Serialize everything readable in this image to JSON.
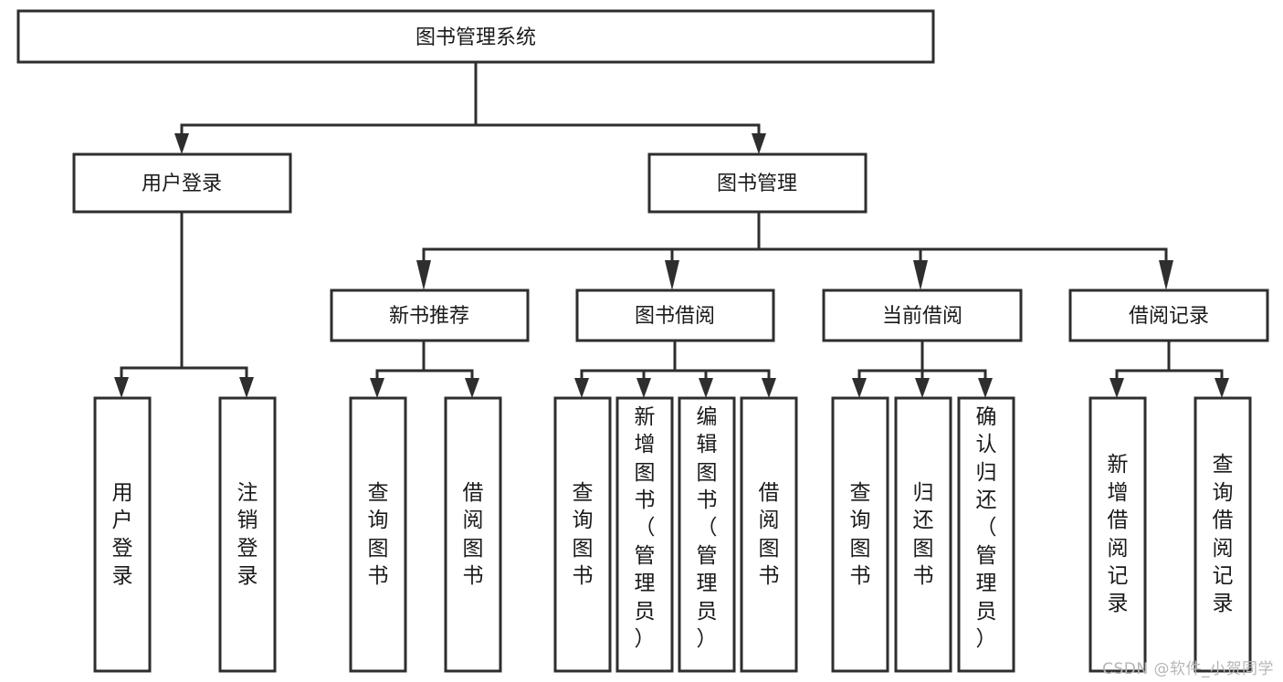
{
  "diagram": {
    "title": "图书管理系统",
    "type": "tree",
    "watermark": "CSDN @软件_小贺同学",
    "colors": {
      "stroke": "#2e2e2e",
      "fill": "#ffffff",
      "text": "#1a1a1a",
      "watermark": "#b6b6b6",
      "background": "#ffffff"
    },
    "levels": {
      "root": "图书管理系统",
      "level2": [
        "用户登录",
        "图书管理"
      ],
      "level3": [
        "新书推荐",
        "图书借阅",
        "当前借阅",
        "借阅记录"
      ]
    },
    "nodes": {
      "root": {
        "label": "图书管理系统"
      },
      "user_login": {
        "label": "用户登录"
      },
      "book_manage": {
        "label": "图书管理"
      },
      "new_book_rec": {
        "label": "新书推荐"
      },
      "book_borrow": {
        "label": "图书借阅"
      },
      "current_borrow": {
        "label": "当前借阅"
      },
      "borrow_record": {
        "label": "借阅记录"
      },
      "leaf_user_login": {
        "label": "用户登录"
      },
      "leaf_logout": {
        "label": "注销登录"
      },
      "leaf_query_book_1": {
        "label": "查询图书"
      },
      "leaf_borrow_book_1": {
        "label": "借阅图书"
      },
      "leaf_query_book_2": {
        "label": "查询图书"
      },
      "leaf_add_book": {
        "label": "新增图书（管理员）"
      },
      "leaf_edit_book": {
        "label": "编辑图书（管理员）"
      },
      "leaf_borrow_book_2": {
        "label": "借阅图书"
      },
      "leaf_query_book_3": {
        "label": "查询图书"
      },
      "leaf_return_book": {
        "label": "归还图书"
      },
      "leaf_confirm_return": {
        "label": "确认归还（管理员）"
      },
      "leaf_add_record": {
        "label": "新增借阅记录"
      },
      "leaf_query_record": {
        "label": "查询借阅记录"
      }
    },
    "edges": [
      {
        "from": "root",
        "to": "user_login"
      },
      {
        "from": "root",
        "to": "book_manage"
      },
      {
        "from": "user_login",
        "to": "leaf_user_login"
      },
      {
        "from": "user_login",
        "to": "leaf_logout"
      },
      {
        "from": "book_manage",
        "to": "new_book_rec"
      },
      {
        "from": "book_manage",
        "to": "book_borrow"
      },
      {
        "from": "book_manage",
        "to": "current_borrow"
      },
      {
        "from": "book_manage",
        "to": "borrow_record"
      },
      {
        "from": "new_book_rec",
        "to": "leaf_query_book_1"
      },
      {
        "from": "new_book_rec",
        "to": "leaf_borrow_book_1"
      },
      {
        "from": "book_borrow",
        "to": "leaf_query_book_2"
      },
      {
        "from": "book_borrow",
        "to": "leaf_add_book"
      },
      {
        "from": "book_borrow",
        "to": "leaf_edit_book"
      },
      {
        "from": "book_borrow",
        "to": "leaf_borrow_book_2"
      },
      {
        "from": "current_borrow",
        "to": "leaf_query_book_3"
      },
      {
        "from": "current_borrow",
        "to": "leaf_return_book"
      },
      {
        "from": "current_borrow",
        "to": "leaf_confirm_return"
      },
      {
        "from": "borrow_record",
        "to": "leaf_add_record"
      },
      {
        "from": "borrow_record",
        "to": "leaf_query_record"
      }
    ]
  }
}
